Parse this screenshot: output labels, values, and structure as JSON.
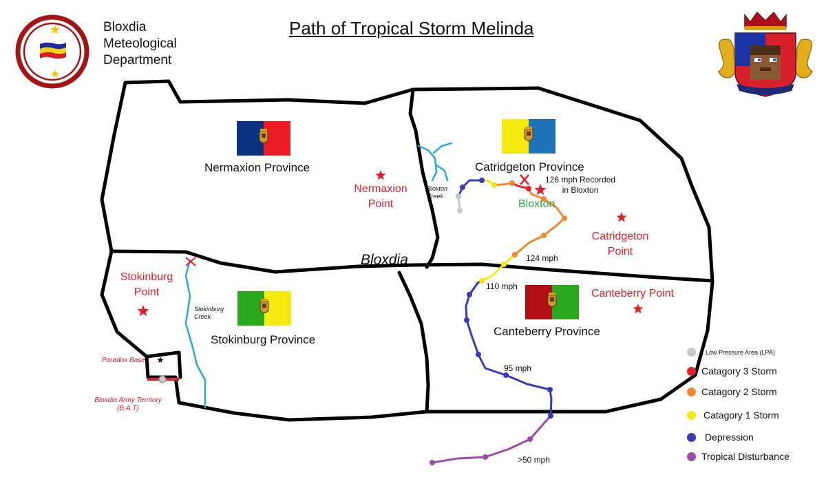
{
  "title": "Path of Tropical Storm Melinda",
  "org": {
    "line1": "Bloxdia",
    "line2": "Meteological",
    "line3": "Department"
  },
  "country_label": "Bloxdia",
  "provinces": {
    "nermaxion": "Nermaxion Province",
    "catridgeton": "Catridgeton Province",
    "stokinburg": "Stokinburg Province",
    "canteberry": "Canteberry Province"
  },
  "points": {
    "nermaxion_1": "Nermaxion",
    "nermaxion_2": "Point",
    "catridgeton_1": "Catridgeton",
    "catridgeton_2": "Point",
    "stokinburg_1": "Stokinburg",
    "stokinburg_2": "Point",
    "canteberry": "Canteberry Point"
  },
  "places": {
    "bloxton": "Bloxton",
    "paradox_base": "Paradox Base",
    "bat_line1": "Bloxdia Army Territory",
    "bat_line2": "(B.A.T)"
  },
  "creeks": {
    "bloxton_1": "Bloxton",
    "bloxton_2": "Creek",
    "stokinburg_1": "Stokinburg",
    "stokinburg_2": "Creek"
  },
  "annotations": {
    "record_1": "126 mph Recorded",
    "record_2": "in Bloxton",
    "speed_124": "124 mph",
    "speed_110": "110 mph",
    "speed_95": "95 mph",
    "speed_50": ">50 mph"
  },
  "legend": [
    {
      "label": "Low Pressure Area (LPA)",
      "color": "#c8c8c8"
    },
    {
      "label": "Catagory 3 Storm",
      "color": "#e8202a"
    },
    {
      "label": "Catagory 2 Storm",
      "color": "#f08a30"
    },
    {
      "label": "Catagory 1 Storm",
      "color": "#f5ea10"
    },
    {
      "label": "Depression",
      "color": "#3a3ab8"
    },
    {
      "label": "Tropical Disturbance",
      "color": "#9a4aa8"
    }
  ],
  "flag_colors": {
    "nermaxion": [
      "#0a3080",
      "#ec1c24"
    ],
    "catridgeton": [
      "#f5ea10",
      "#1e72b8"
    ],
    "stokinburg": [
      "#2aa820",
      "#f5ea10"
    ],
    "canteberry": [
      "#b00f14",
      "#2aa820"
    ]
  },
  "colors": {
    "border": "#000000",
    "creek": "#28a8dc",
    "star": "#e0202a",
    "place_green": "#2aa840"
  }
}
